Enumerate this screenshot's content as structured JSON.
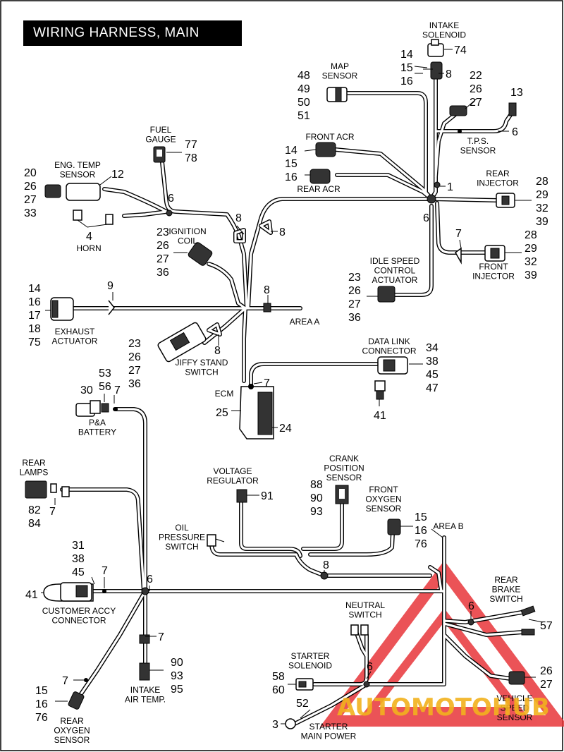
{
  "title": "WIRING HARNESS, MAIN",
  "components": {
    "intake_solenoid": "INTAKE\nSOLENOID",
    "map_sensor": "MAP\nSENSOR",
    "fuel_gauge": "FUEL\nGAUGE",
    "eng_temp_sensor": "ENG. TEMP\nSENSOR",
    "horn": "HORN",
    "front_acr": "FRONT ACR",
    "rear_acr": "REAR ACR",
    "tps_sensor": "T.P.S.\nSENSOR",
    "rear_injector": "REAR\nINJECTOR",
    "ignition_coil": "IGNITION\nCOIL",
    "front_injector": "FRONT\nINJECTOR",
    "idle_speed_control_actuator": "IDLE SPEED\nCONTROL\nACTUATOR",
    "exhaust_actuator": "EXHAUST\nACTUATOR",
    "area_a": "AREA A",
    "jiffy_stand_switch": "JIFFY STAND\nSWITCH",
    "data_link_connector": "DATA LINK\nCONNECTOR",
    "ecm": "ECM",
    "pa_battery": "P&A\nBATTERY",
    "rear_lamps": "REAR\nLAMPS",
    "voltage_regulator": "VOLTAGE\nREGULATOR",
    "crank_position_sensor": "CRANK\nPOSITION\nSENSOR",
    "front_oxygen_sensor": "FRONT\nOXYGEN\nSENSOR",
    "oil_pressure_switch": "OIL\nPRESSURE\nSWITCH",
    "area_b": "AREA B",
    "customer_accy_connector": "CUSTOMER ACCY\nCONNECTOR",
    "rear_brake_switch": "REAR\nBRAKE\nSWITCH",
    "neutral_switch": "NEUTRAL\nSWITCH",
    "starter_solenoid": "STARTER\nSOLENOID",
    "intake_air_temp": "INTAKE\nAIR TEMP.",
    "vehicle_speed_sensor": "VEHICLE\nSPEED\nSENSOR",
    "rear_oxygen_sensor": "REAR\nOXYGEN\nSENSOR",
    "starter_main_power": "STARTER\nMAIN POWER"
  },
  "callouts": {
    "intake_solenoid": "74",
    "intake_solenoid_conn": "14\n15\n16",
    "intake_solenoid_8": "8",
    "map_sensor": "48\n49\n50\n51",
    "tps_conn": "22\n26\n27",
    "tps_13": "13",
    "tps_6": "6",
    "fuel_gauge": "77\n78",
    "eng_temp_conn": "20\n26\n27\n33",
    "eng_temp_12": "12",
    "horn_4": "4",
    "eng_6": "6",
    "front_acr_conn": "14\n15\n16",
    "junction_1": "1",
    "junction_6": "6",
    "rear_injector": "28\n29\n32\n39",
    "clip_8a": "8",
    "clip_8b": "8",
    "ignition_coil": "23\n26\n27\n36",
    "front_injector_7": "7",
    "front_injector": "28\n29\n32\n39",
    "exhaust_actuator": "14\n16\n17\n18\n75",
    "clip_9": "9",
    "clip_8c": "8",
    "idle_speed": "23\n26\n27\n36",
    "jiffy_stand": "23\n26\n27\n36",
    "jiffy_8": "8",
    "data_link": "34\n38\n45\n47",
    "data_link_41": "41",
    "ecm_7": "7",
    "ecm_25": "25",
    "ecm_24": "24",
    "battery_30": "30",
    "battery_53_56": "53\n56",
    "battery_7": "7",
    "rear_lamps": "82\n84",
    "rear_lamps_7": "7",
    "voltage_regulator": "91",
    "crank_position": "88\n90\n93",
    "front_oxygen": "15\n16\n76",
    "oil_8": "8",
    "customer_accy": "31\n38\n45",
    "customer_41": "41",
    "customer_7": "7",
    "junction_6b": "6",
    "rear_brake_6": "6",
    "rear_brake_57": "57",
    "intake_air_7": "7",
    "intake_air_temp": "90\n93\n95",
    "neutral_6": "6",
    "starter_solenoid": "58\n60",
    "starter_52": "52",
    "starter_3": "3",
    "vehicle_speed": "26\n27",
    "rear_oxygen_7": "7",
    "rear_oxygen": "15\n16\n76"
  },
  "watermark": {
    "text": "AUTOMOTOHUB",
    "colors": {
      "triangle": "#e8363a",
      "text": "#f2b21e"
    }
  }
}
